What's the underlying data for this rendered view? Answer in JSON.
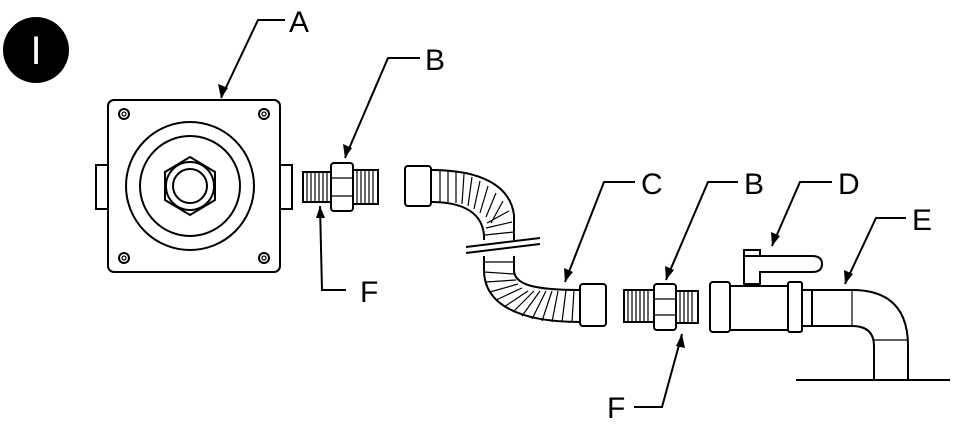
{
  "step_badge": "I",
  "callouts": {
    "A": "A",
    "B1": "B",
    "B2": "B",
    "C": "C",
    "D": "D",
    "E": "E",
    "F1": "F",
    "F2": "F"
  },
  "colors": {
    "ink": "#000000",
    "paper": "#ffffff"
  }
}
